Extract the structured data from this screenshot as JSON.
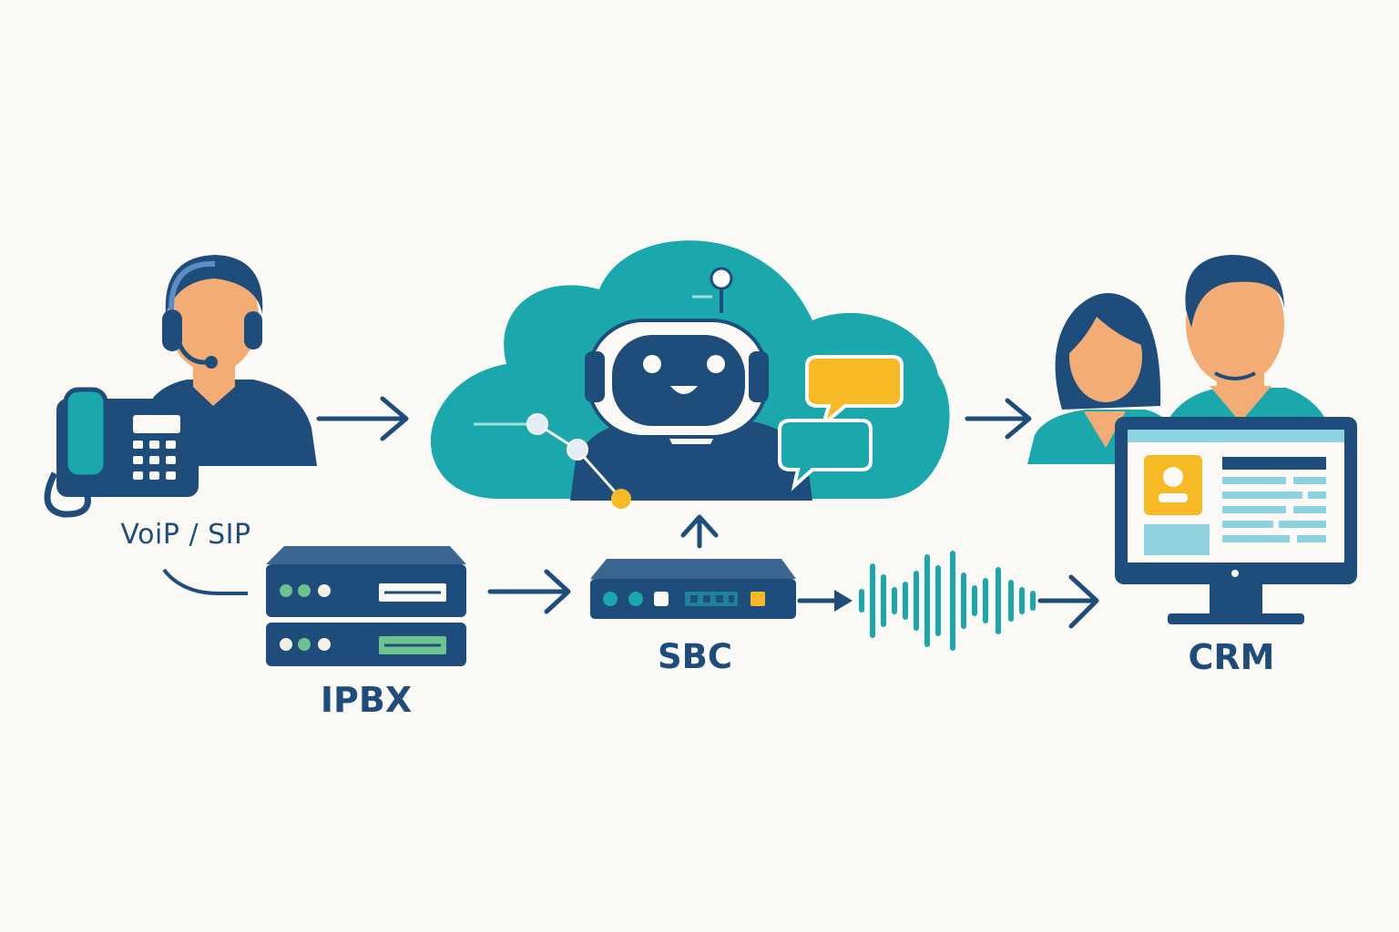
{
  "labels": {
    "voip": "VoiP / SIP",
    "ipbx": "IPBX",
    "sbc": "SBC",
    "crm": "CRM"
  },
  "colors": {
    "navy": "#1e4d7b",
    "teal": "#1aa8ad",
    "skin": "#f3ad74",
    "yellow": "#f7b925",
    "background": "#fcfaf6",
    "screen_light": "#8fd2df",
    "led_green": "#6cc38d"
  },
  "icons": [
    "agent-headset-icon",
    "desk-phone-icon",
    "cloud-icon",
    "robot-icon",
    "chat-bubble-icon",
    "server-rack-icon",
    "sbc-device-icon",
    "sound-wave-icon",
    "people-icon",
    "monitor-crm-icon",
    "arrow-icon"
  ]
}
